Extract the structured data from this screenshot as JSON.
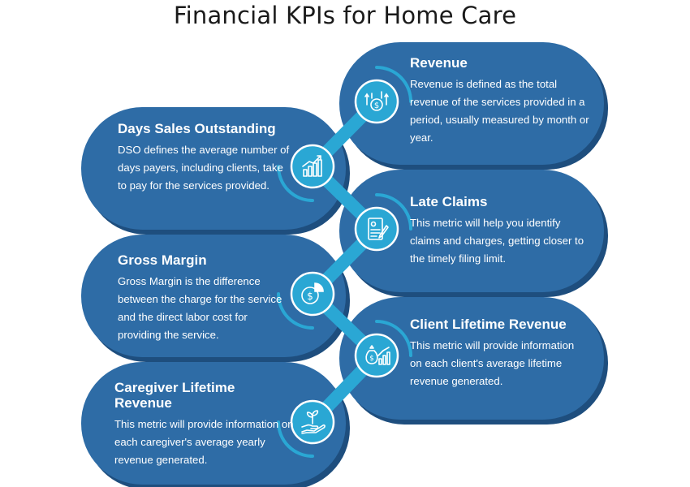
{
  "title": "Financial KPIs for Home Care",
  "colors": {
    "card": "#2e6ca6",
    "shadow": "#1e4e7e",
    "connector": "#2aa7d4",
    "icon_bg": "#2aa7d4"
  },
  "cards": [
    {
      "id": "revenue",
      "heading": "Revenue",
      "icon": "revenue-coins-chart-icon",
      "description": "Revenue is defined as the total revenue of the services provided in a period, usually measured by month or year."
    },
    {
      "id": "dso",
      "heading": "Days Sales Outstanding",
      "icon": "bar-chart-growth-icon",
      "description": "DSO defines the average number of days payers, including clients, take to pay for the services provided."
    },
    {
      "id": "late-claims",
      "heading": "Late Claims",
      "icon": "claim-document-icon",
      "description": "This metric will help you identify claims and charges, getting closer to the timely filing limit."
    },
    {
      "id": "gross-margin",
      "heading": "Gross Margin",
      "icon": "dollar-pie-chart-icon",
      "description": "Gross Margin is the difference between the charge for the service and the direct labor cost for providing the service."
    },
    {
      "id": "client-ltr",
      "heading": "Client Lifetime Revenue",
      "icon": "money-bag-chart-icon",
      "description": "This metric will provide information on each client's average lifetime revenue generated."
    },
    {
      "id": "caregiver-ltr",
      "heading": "Caregiver Lifetime Revenue",
      "icon": "hand-plant-icon",
      "description": "This metric will provide information on each caregiver's average yearly revenue generated."
    }
  ]
}
